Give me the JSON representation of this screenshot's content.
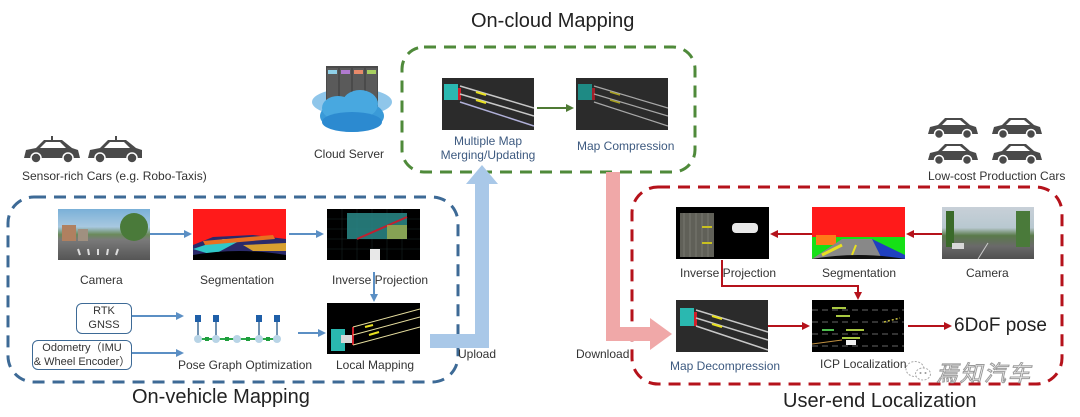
{
  "titles": {
    "on_cloud": "On-cloud Mapping",
    "on_vehicle": "On-vehicle Mapping",
    "user_end": "User-end Localization"
  },
  "cloud": {
    "server_label": "Cloud Server",
    "merge_label_line1": "Multiple Map",
    "merge_label_line2": "Merging/Updating",
    "compression_label": "Map Compression"
  },
  "vehicle": {
    "cars_label": "Sensor-rich Cars (e.g. Robo-Taxis)",
    "camera_label": "Camera",
    "segmentation_label": "Segmentation",
    "inverse_projection_label": "Inverse Projection",
    "rtk_line1": "RTK",
    "rtk_line2": "GNSS",
    "odometry_line1": "Odometry（IMU",
    "odometry_line2": "& Wheel Encoder）",
    "pose_graph_label": "Pose Graph Optimization",
    "local_mapping_label": "Local Mapping",
    "upload_label": "Upload"
  },
  "user": {
    "cars_label": "Low-cost Production Cars",
    "camera_label": "Camera",
    "segmentation_label": "Segmentation",
    "inverse_projection_label": "Inverse Projection",
    "map_decompression_label": "Map Decompression",
    "icp_label": "ICP Localization",
    "output_label": "6DoF pose",
    "download_label": "Download"
  },
  "watermark": "焉知汽车",
  "colors": {
    "vehicle_border": "#3d6a96",
    "cloud_border": "#4f8a3a",
    "user_border": "#b5121b",
    "upload_arrow": "#a9c8e8",
    "download_arrow": "#f0a8a8",
    "blue_arrow": "#5b8fc4",
    "red_arrow": "#b5121b",
    "green_arrow": "#4f7a34"
  }
}
